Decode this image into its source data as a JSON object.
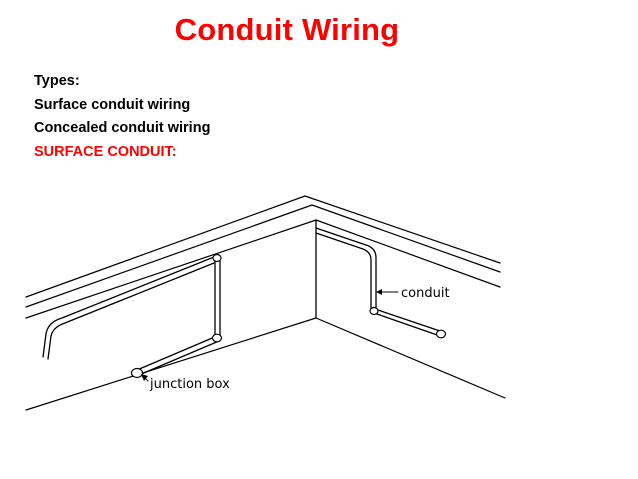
{
  "title": "Conduit Wiring",
  "lines": {
    "types": "Types:",
    "surface": "Surface conduit wiring",
    "concealed": "Concealed conduit wiring",
    "surface_heading": "SURFACE CONDUIT:"
  },
  "diagram": {
    "conduit_label": "conduit",
    "junction_label": "junction box"
  },
  "colors": {
    "title": "#ff0000",
    "accent": "#ff0000",
    "text": "#000000"
  }
}
